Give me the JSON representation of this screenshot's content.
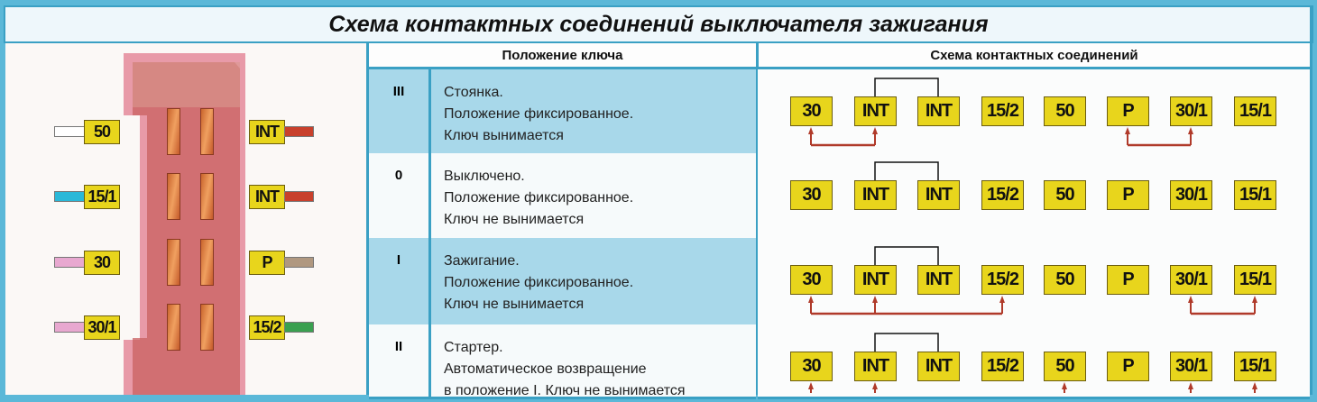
{
  "title": "Схема контактных соединений выключателя зажигания",
  "headers": {
    "position": "Положение ключа",
    "scheme": "Схема контактных соединений"
  },
  "connector": {
    "left": [
      {
        "label": "50",
        "wire_color": "#ffffff"
      },
      {
        "label": "15/1",
        "wire_color": "#2ab8d8"
      },
      {
        "label": "30",
        "wire_color": "#e8a8d0"
      },
      {
        "label": "30/1",
        "wire_color": "#e8a8d0"
      }
    ],
    "right": [
      {
        "label": "INT",
        "wire_color": "#c8402c"
      },
      {
        "label": "INT",
        "wire_color": "#c8402c"
      },
      {
        "label": "P",
        "wire_color": "#b09880"
      },
      {
        "label": "15/2",
        "wire_color": "#3aa050"
      }
    ]
  },
  "terminals": [
    "30",
    "INT",
    "INT",
    "15/2",
    "50",
    "P",
    "30/1",
    "15/1"
  ],
  "rows": [
    {
      "position": "III",
      "lines": [
        "Стоянка.",
        "Положение фиксированное.",
        "Ключ вынимается"
      ],
      "red_links": [
        [
          0,
          1
        ],
        [
          5,
          6
        ]
      ]
    },
    {
      "position": "0",
      "lines": [
        "Выключено.",
        "Положение фиксированное.",
        "Ключ не вынимается"
      ],
      "red_links": []
    },
    {
      "position": "I",
      "lines": [
        "Зажигание.",
        "Положение фиксированное.",
        "Ключ не вынимается"
      ],
      "red_links": [
        [
          0,
          1,
          3
        ],
        [
          6,
          7
        ]
      ]
    },
    {
      "position": "II",
      "lines": [
        "Стартер.",
        "Автоматическое возвращение",
        "в положение I. Ключ не вынимается"
      ],
      "red_links": [
        [
          0,
          1,
          4,
          6,
          7
        ]
      ]
    }
  ],
  "colors": {
    "frame": "#3aa0c4",
    "terminal": "#e8d51c",
    "link": "#b03a2a",
    "bridge": "#111111"
  }
}
